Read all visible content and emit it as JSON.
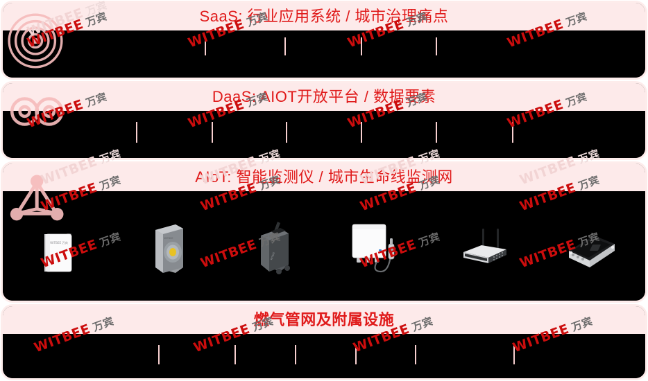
{
  "page": {
    "background": "#ffffff",
    "accent_red": "#e01b1b",
    "band_header_bg": "#fdeaea",
    "band_body_bg": "#000000",
    "tick_color": "#f7cfcf"
  },
  "bands": [
    {
      "key": "saas",
      "title": "SaaS:  行业应用系统 / 城市治理痛点",
      "icon_name": "radar-waves-icon",
      "ticks": [
        295,
        410,
        520,
        628
      ]
    },
    {
      "key": "daas",
      "title": "DaaS:  AIOT开放平台 / 数据要素",
      "icon_name": "infinity-loop-icon",
      "ticks": [
        196,
        305,
        412,
        520,
        628,
        738
      ]
    },
    {
      "key": "aiot",
      "title": "AIoT:  智能监测仪 / 城市生命线监测网",
      "icon_name": "network-nodes-icon",
      "ticks": []
    },
    {
      "key": "pipe",
      "title": "燃气管网及附属设施",
      "icon_name": "none",
      "ticks": [
        228,
        338,
        425,
        512,
        598,
        740
      ]
    }
  ],
  "devices": [
    {
      "name": "white-wall-monitor",
      "label": "WITBEE 万宾"
    },
    {
      "name": "grey-sensor-dome",
      "label": ""
    },
    {
      "name": "dark-antenna-terminal",
      "label": ""
    },
    {
      "name": "white-probe-controller",
      "label": ""
    },
    {
      "name": "dual-antenna-router",
      "label": ""
    },
    {
      "name": "black-gateway-box",
      "label": ""
    }
  ],
  "watermark": {
    "brand": "WITBEE",
    "brand_cn": "万宾",
    "color": "#cc0d0d"
  }
}
